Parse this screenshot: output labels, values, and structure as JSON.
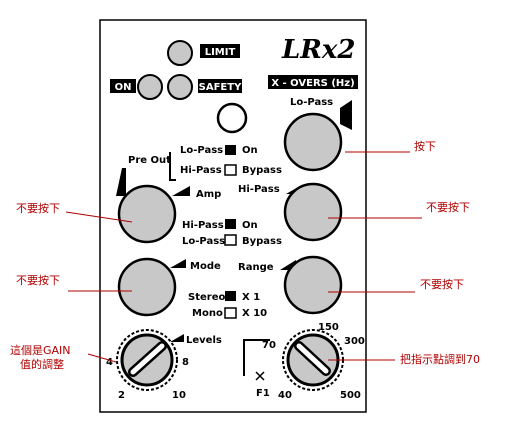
{
  "panel": {
    "logo": "LRx2",
    "indicators": {
      "limit": "LIMIT",
      "on": "ON",
      "safety": "SAFETY"
    },
    "xovers": "X - OVERS (Hz)",
    "lopass": "Lo-Pass",
    "preout": "Pre Out",
    "switch1": {
      "a": "Lo-Pass",
      "b": "Hi-Pass",
      "on": "On",
      "bypass": "Bypass"
    },
    "amp": "Amp",
    "hipass": "Hi-Pass",
    "switch2": {
      "a": "Hi-Pass",
      "b": "Lo-Pass",
      "on": "On",
      "bypass": "Bypass"
    },
    "mode": "Mode",
    "range": "Range",
    "switch3": {
      "a": "Stereo",
      "b": "Mono",
      "x1": "X 1",
      "x10": "X 10"
    },
    "levels": "Levels",
    "levels_ticks": {
      "t4": "4",
      "t8": "8",
      "t2": "2",
      "t10": "10"
    },
    "freq_ticks": {
      "t70": "70",
      "t150": "150",
      "t300": "300",
      "t40": "40",
      "t500": "500"
    },
    "f1": "F1"
  },
  "annotations": {
    "lopass_knob": "按下",
    "amp_knob": "不要按下",
    "hipass_knob": "不要按下",
    "mode_knob": "不要按下",
    "range_knob": "不要按下",
    "gain_line1": "這個是GAIN",
    "gain_line2": "值的調整",
    "freq_knob": "把指示點調到70"
  }
}
